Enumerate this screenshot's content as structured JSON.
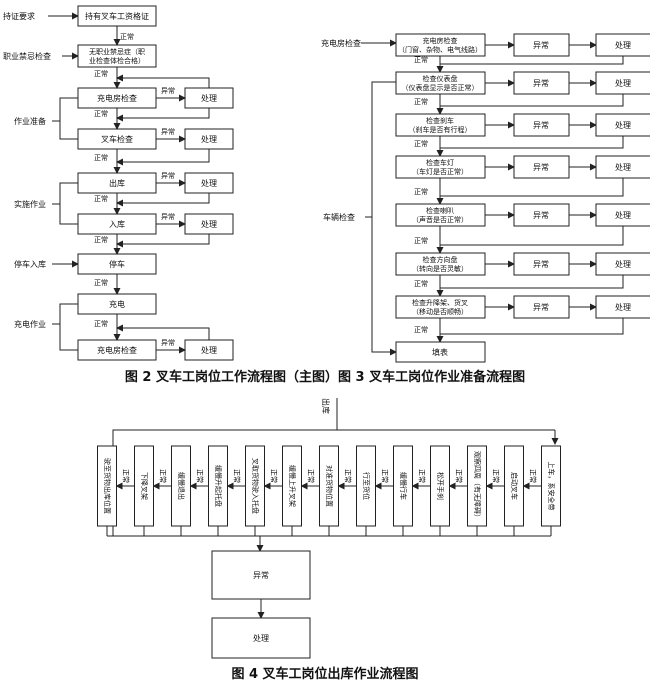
{
  "fig2": {
    "labels": {
      "qualification": "持证要求",
      "occupational": "职业禁忌检查",
      "prep": "作业准备",
      "work": "实施作业",
      "parking": "停车入库",
      "charging": "充电作业"
    },
    "boxes": {
      "license": "持有叉车工资格证",
      "occ_line1": "无职业禁忌症（职",
      "occ_line2": "业检查体检合格）",
      "room_check": "充电房检查",
      "forklift_check": "叉车检查",
      "out": "出库",
      "in": "入库",
      "park": "停车",
      "charge": "充电",
      "room_check2": "充电房检查",
      "handle": "处理"
    },
    "edges": {
      "normal": "正常",
      "abnormal": "异常"
    }
  },
  "fig3": {
    "side_labels": {
      "room": "充电房检查",
      "vehicle": "车辆检查"
    },
    "items": [
      {
        "l1": "充电房检查",
        "l2": "（门窗、杂物、电气线路）"
      },
      {
        "l1": "检查仪表盘",
        "l2": "（仪表盘显示是否正常）"
      },
      {
        "l1": "检查刹车",
        "l2": "（刹车是否有行程）"
      },
      {
        "l1": "检查车灯",
        "l2": "（车灯是否正常）"
      },
      {
        "l1": "检查喇叭",
        "l2": "（声音是否正常）"
      },
      {
        "l1": "检查方向盘",
        "l2": "（转向是否灵敏）"
      },
      {
        "l1": "检查升降架、货叉",
        "l2": "（移动是否顺畅）"
      }
    ],
    "final": "填表",
    "abnormal": "异常",
    "handle": "处理",
    "normal": "正常"
  },
  "fig4": {
    "top_label": "出库",
    "steps": [
      "上车，系安全带",
      "启动叉车",
      "观察四周（有无障碍）",
      "松开手刹",
      "缓慢行车",
      "行至货位",
      "对准货物位置",
      "缓慢上升叉架",
      "叉取货物驶入托盘",
      "缓慢升起托盘",
      "缓慢退出",
      "下降叉架",
      "驶至货物出库位置"
    ],
    "normal": "正常",
    "abnormal": "异常",
    "handle": "处理"
  },
  "captions": {
    "fig23": "图 2 叉车工岗位工作流程图（主图）图 3 叉车工岗位作业准备流程图",
    "fig4": "图 4 叉车工岗位出库作业流程图"
  }
}
